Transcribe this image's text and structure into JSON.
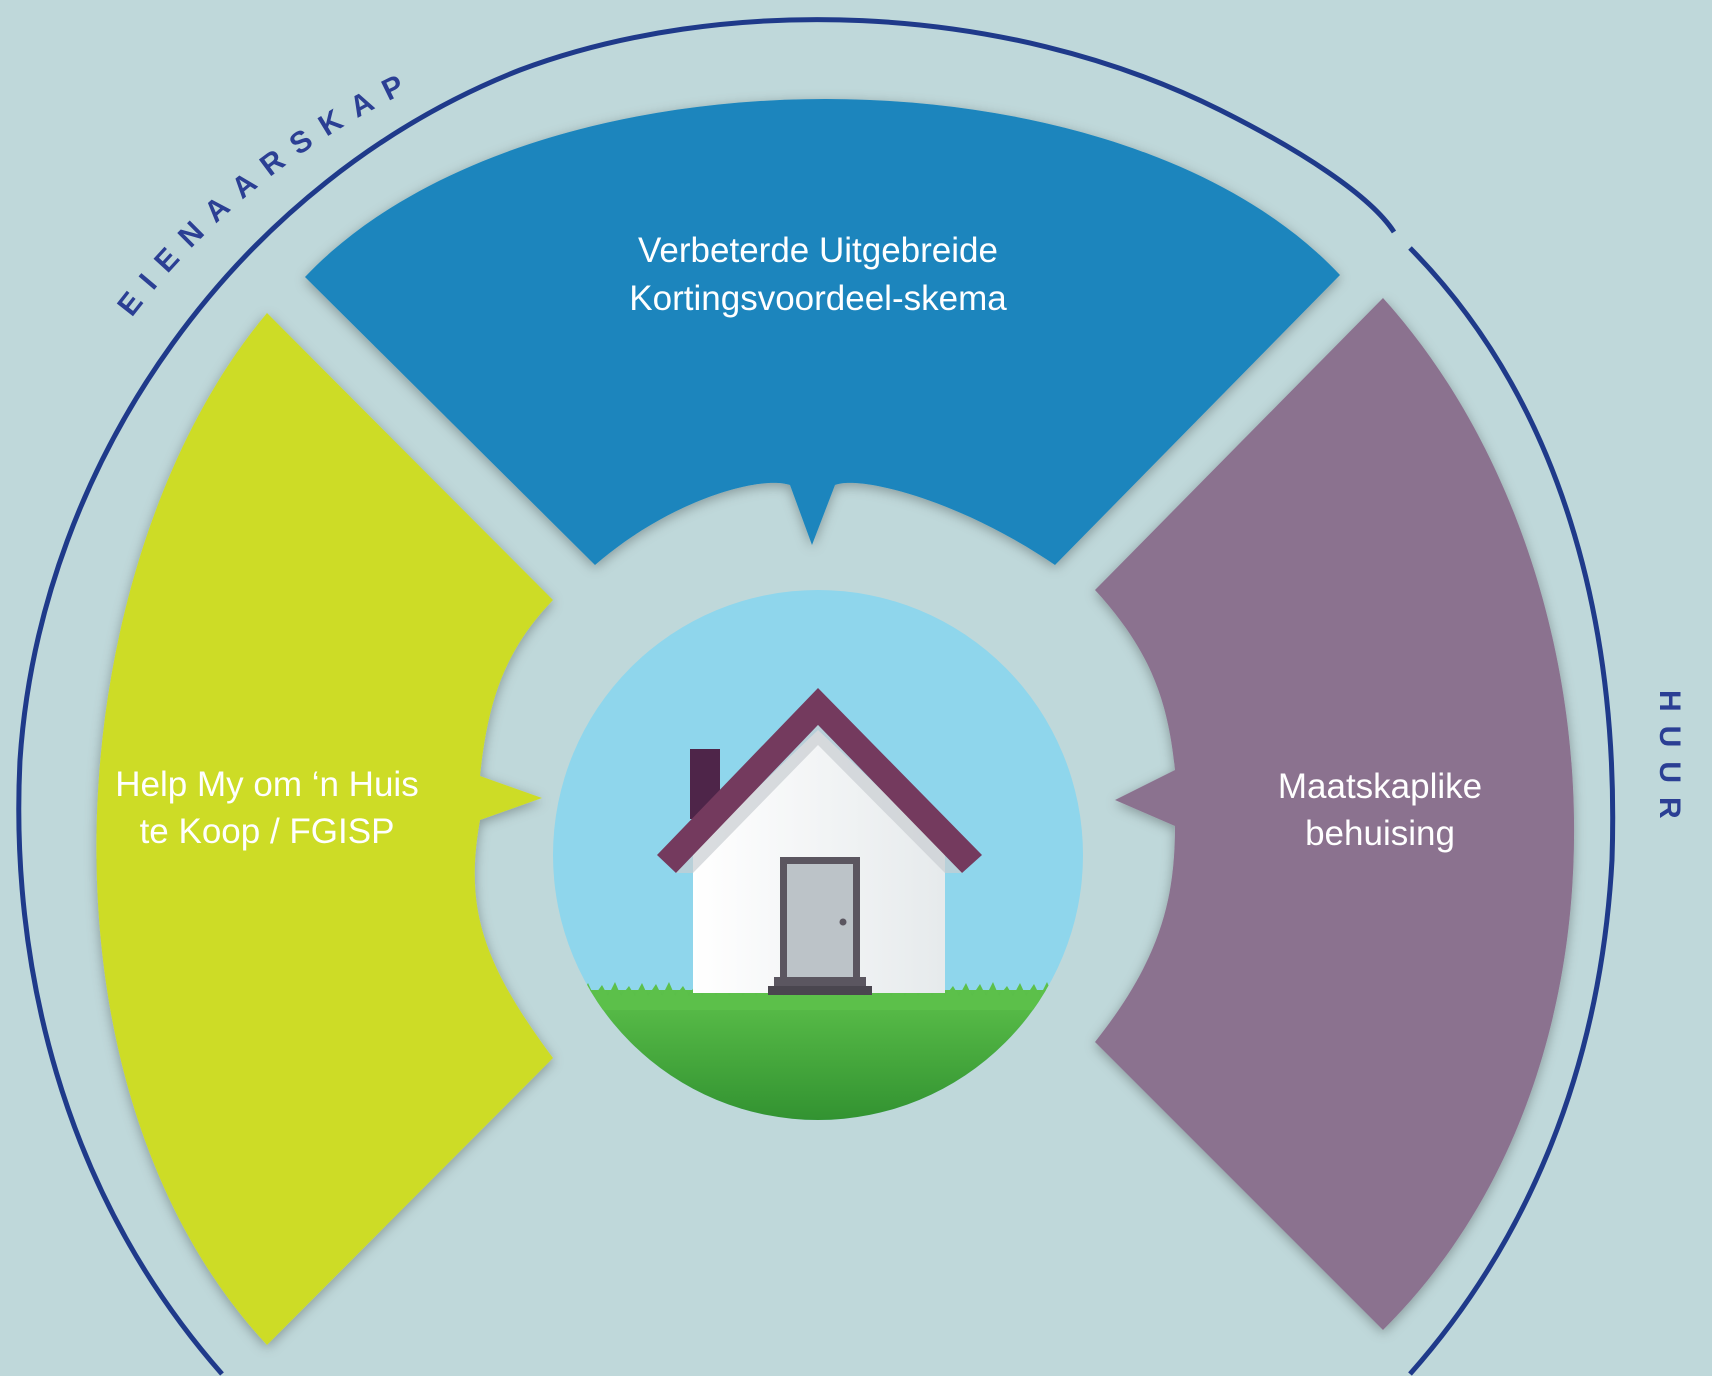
{
  "arc_labels": {
    "ownership": "EIENAARSKAP",
    "rental": "HUUR"
  },
  "segments": {
    "top": {
      "line1": "Verbeterde  Uitgebreide",
      "line2": "Kortingsvoordeel-skema"
    },
    "left": {
      "line1": "Help My om ‘n Huis",
      "line2": "te Koop / FGISP"
    },
    "right": {
      "line1": "Maatskaplike",
      "line2": "behuising"
    }
  },
  "colors": {
    "background": "#bfd8da",
    "ring": "#1f3a8a",
    "arc_label": "#2b3f94",
    "top_segment": "#1a85bd",
    "left_segment": "#cddc28",
    "right_segment": "#8b728f",
    "sky": "#8fd6ec",
    "grass": "#3fa43a",
    "roof": "#743a5e",
    "house_wall": "#f7f9fa",
    "door": "#bcc3c8"
  },
  "icons": {
    "center": "house-icon"
  }
}
